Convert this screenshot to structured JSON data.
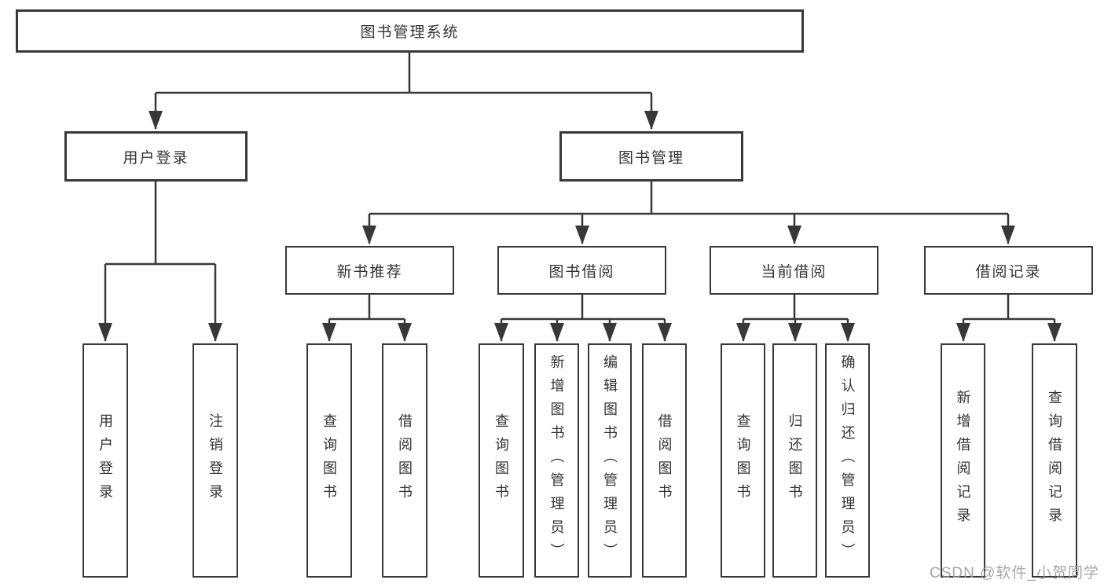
{
  "diagram": {
    "root": {
      "label": "图书管理系统"
    },
    "branches": [
      {
        "label": "用户登录",
        "children": [
          "用户登录",
          "注销登录"
        ]
      },
      {
        "label": "图书管理",
        "groups": [
          {
            "label": "新书推荐",
            "children": [
              "查询图书",
              "借阅图书"
            ]
          },
          {
            "label": "图书借阅",
            "children": [
              "查询图书",
              "新增图书（管理员）",
              "编辑图书（管理员）",
              "借阅图书"
            ]
          },
          {
            "label": "当前借阅",
            "children": [
              "查询图书",
              "归还图书",
              "确认归还（管理员）"
            ]
          },
          {
            "label": "借阅记录",
            "children": [
              "新增借阅记录",
              "查询借阅记录"
            ]
          }
        ]
      }
    ]
  },
  "watermark": {
    "text": "CSDN @软件_小贺同学",
    "color": "#9d9d9d"
  },
  "style": {
    "line_color": "#383838",
    "text_color": "#333333",
    "background": "#ffffff"
  }
}
